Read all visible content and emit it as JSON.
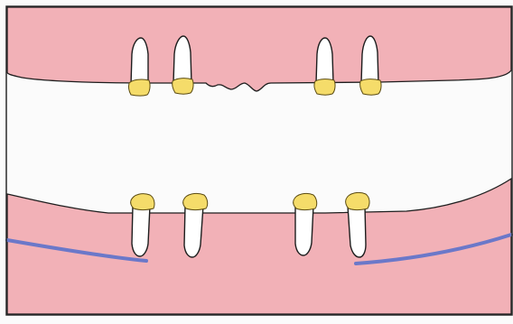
{
  "diagram": {
    "subject": "dental-arches-with-retained-roots",
    "upper_arch": {
      "roots": [
        {
          "id": "upper-root-1",
          "has_coping": true
        },
        {
          "id": "upper-root-2",
          "has_coping": true
        },
        {
          "id": "upper-root-3",
          "has_coping": true
        },
        {
          "id": "upper-root-4",
          "has_coping": true
        }
      ]
    },
    "lower_arch": {
      "roots": [
        {
          "id": "lower-root-1",
          "has_coping": true
        },
        {
          "id": "lower-root-2",
          "has_coping": true
        },
        {
          "id": "lower-root-3",
          "has_coping": true
        },
        {
          "id": "lower-root-4",
          "has_coping": true
        }
      ],
      "nerve_lines": 2
    }
  },
  "colors": {
    "background": "#fbfbfb",
    "gum": "#f2b1b7",
    "gum_outline": "#1e1e1e",
    "tooth": "#ffffff",
    "coping": "#f5dc6a",
    "coping_outline": "#5a4a10",
    "nerve": "#6b78c9",
    "frame": "#2a2a2a"
  }
}
